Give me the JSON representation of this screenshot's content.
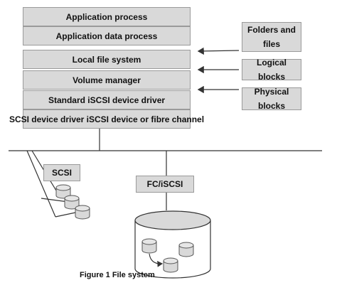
{
  "layers": [
    {
      "label": "Application process"
    },
    {
      "label": "Application data process"
    },
    {
      "label": "Local file system"
    },
    {
      "label": "Volume manager"
    },
    {
      "label": "Standard iSCSI device driver"
    },
    {
      "label": "SCSI device driver iSCSI device or fibre channel"
    }
  ],
  "side_boxes": [
    {
      "label": "Folders and files"
    },
    {
      "label": "Logical blocks"
    },
    {
      "label": "Physical blocks"
    }
  ],
  "scsi_label": "SCSI",
  "fc_label": "FC/iSCSI",
  "caption": "Figure 1 File system",
  "colors": {
    "box_fill": "#d9d9d9",
    "box_border": "#9a9a9a",
    "line": "#333333"
  }
}
